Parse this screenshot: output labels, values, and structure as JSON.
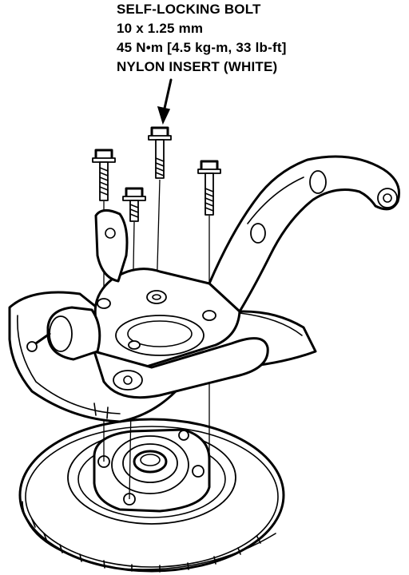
{
  "callout": {
    "line1": "SELF-LOCKING BOLT",
    "line2": "10 x 1.25 mm",
    "line3": "45 N•m [4.5 kg-m, 33 lb-ft]",
    "line4": "NYLON INSERT (WHITE)"
  },
  "colors": {
    "ink": "#000000",
    "paper": "#ffffff"
  }
}
